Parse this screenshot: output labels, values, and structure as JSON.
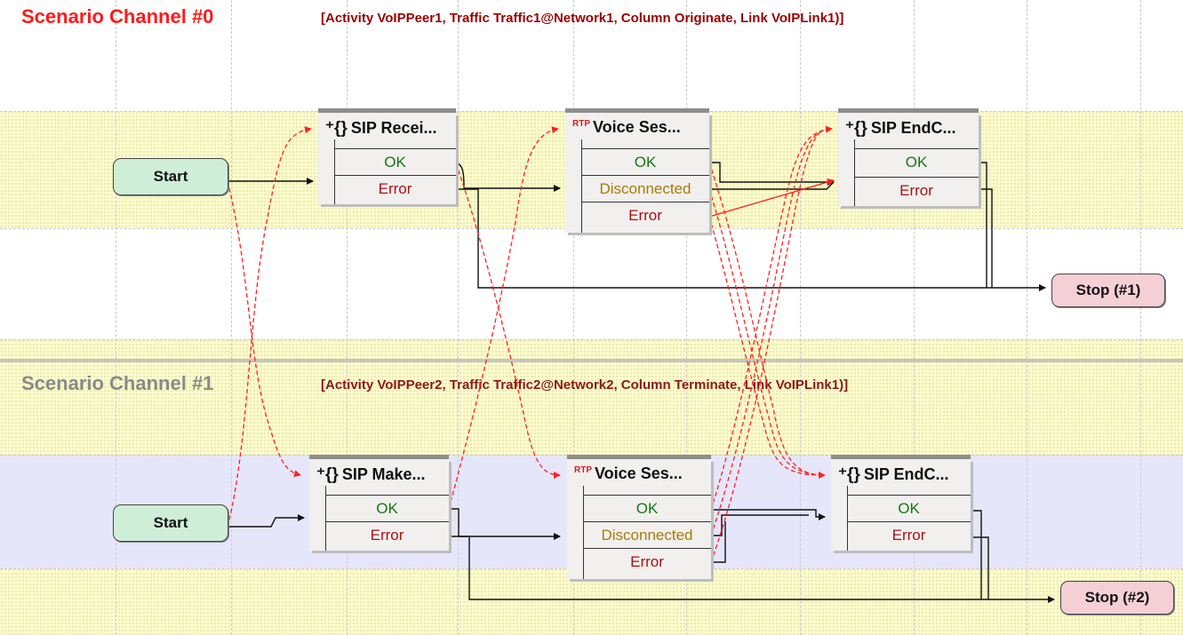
{
  "channels": [
    {
      "title": "Scenario Channel #0",
      "info": "[Activity VoIPPeer1, Traffic Traffic1@Network1, Column Originate, Link VoIPLink1)]"
    },
    {
      "title": "Scenario Channel #1",
      "info": "[Activity VoIPPeer2, Traffic Traffic2@Network2, Column Terminate, Link VoIPLink1)]"
    }
  ],
  "nodes": {
    "start0": "Start",
    "start1": "Start",
    "stop0": "Stop (#1)",
    "stop1": "Stop (#2)"
  },
  "blocks": {
    "sip_receive": {
      "title": "SIP Recei...",
      "outputs": [
        "OK",
        "Error"
      ]
    },
    "voice0": {
      "title": "Voice Ses...",
      "outputs": [
        "OK",
        "Disconnected",
        "Error"
      ]
    },
    "sip_end0": {
      "title": "SIP EndC...",
      "outputs": [
        "OK",
        "Error"
      ]
    },
    "sip_make": {
      "title": "SIP Make...",
      "outputs": [
        "OK",
        "Error"
      ]
    },
    "voice1": {
      "title": "Voice Ses...",
      "outputs": [
        "OK",
        "Disconnected",
        "Error"
      ]
    },
    "sip_end1": {
      "title": "SIP EndC...",
      "outputs": [
        "OK",
        "Error"
      ]
    }
  },
  "icons": {
    "sip": "braces-arrow-icon",
    "rtp": "rtp-icon"
  },
  "rtp_label": "RTP",
  "colors": {
    "channel0_title": "#ff1a1a",
    "channel0_info": "#990000",
    "channel1_title": "#8a8a8a",
    "channel1_info": "#8a1a1a",
    "sync_wire": "#ff2020"
  }
}
